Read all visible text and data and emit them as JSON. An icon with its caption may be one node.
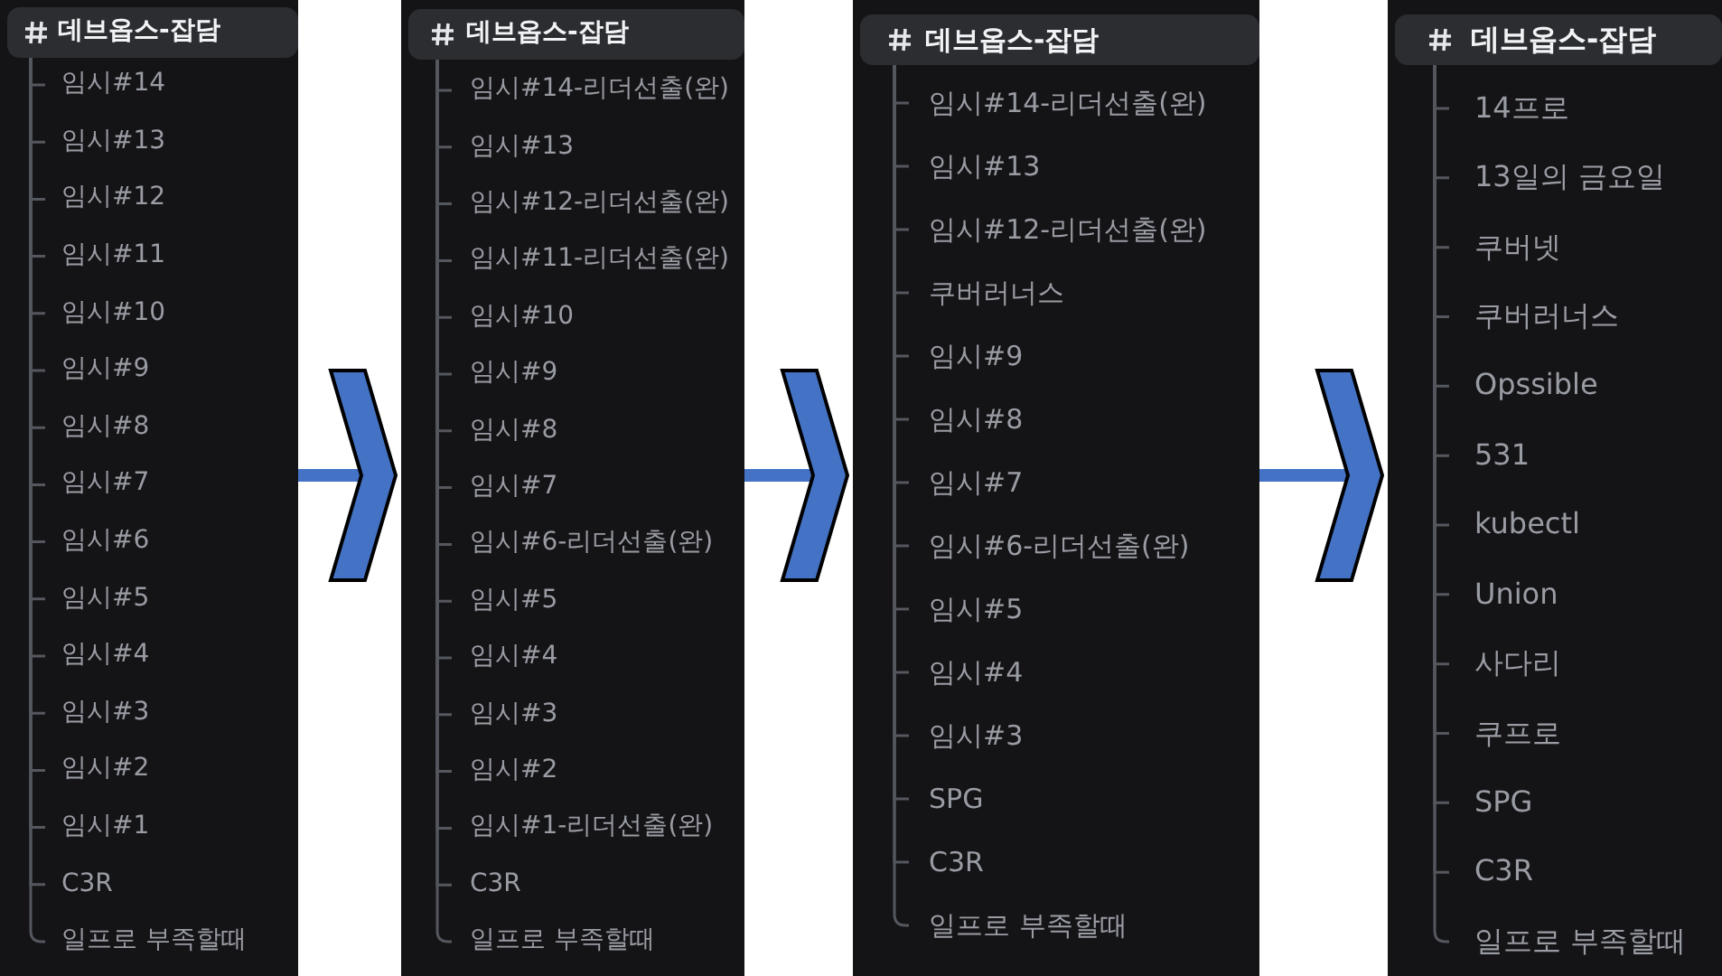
{
  "diagram": {
    "nodes": [
      {
        "text": [],
        "shape": "box"
      },
      {
        "text": [
          "데브옵스-잡담"
        ],
        "in": 0
      },
      {
        "text": [
          "임시#14"
        ],
        "in": 0
      },
      {
        "text": [
          "임시#13"
        ],
        "in": 0
      },
      {
        "text": [
          "임시#12"
        ],
        "in": 0
      },
      {
        "text": [
          "임시#11"
        ],
        "in": 0
      },
      {
        "text": [
          "임시#10"
        ],
        "in": 0
      },
      {
        "text": [
          "임시#9"
        ],
        "in": 0
      },
      {
        "text": [
          "임시#8"
        ],
        "in": 0
      },
      {
        "text": [
          "임시#7"
        ],
        "in": 0
      },
      {
        "text": [
          "임시#6"
        ],
        "in": 0
      },
      {
        "text": [
          "임시#5"
        ],
        "in": 0
      },
      {
        "text": [
          "임시#4"
        ],
        "in": 0
      },
      {
        "text": [
          "임시#3"
        ],
        "in": 0
      },
      {
        "text": [
          "임시#2"
        ],
        "in": 0
      },
      {
        "text": [
          "임시#1"
        ],
        "in": 0
      },
      {
        "text": [
          "C3R"
        ],
        "in": 0
      },
      {
        "text": [
          "일프로 부족할때"
        ],
        "in": 0
      },
      {
        "text": [],
        "shape": "box"
      },
      {
        "text": [
          "데브옵스-잡담"
        ],
        "in": 18
      },
      {
        "text": [
          "임시#14-리더선출(완)"
        ],
        "in": 18
      },
      {
        "text": [
          "임시#13"
        ],
        "in": 18
      },
      {
        "text": [
          "임시#12-리더선출(완)"
        ],
        "in": 18
      },
      {
        "text": [
          "임시#11-리더선출(완)"
        ],
        "in": 18
      },
      {
        "text": [
          "임시#10"
        ],
        "in": 18
      },
      {
        "text": [
          "임시#9"
        ],
        "in": 18
      },
      {
        "text": [
          "임시#8"
        ],
        "in": 18
      },
      {
        "text": [
          "임시#7"
        ],
        "in": 18
      },
      {
        "text": [
          "임시#6-리더선출(완)"
        ],
        "in": 18
      },
      {
        "text": [
          "임시#5"
        ],
        "in": 18
      },
      {
        "text": [
          "임시#4"
        ],
        "in": 18
      },
      {
        "text": [
          "임시#3"
        ],
        "in": 18
      },
      {
        "text": [
          "임시#2"
        ],
        "in": 18
      },
      {
        "text": [
          "임시#1-리더선출(완)"
        ],
        "in": 18
      },
      {
        "text": [
          "C3R"
        ],
        "in": 18
      },
      {
        "text": [
          "일프로 부족할때"
        ],
        "in": 18
      },
      {
        "text": [],
        "shape": "box"
      },
      {
        "text": [
          "데브옵스-잡담"
        ],
        "in": 36
      },
      {
        "text": [
          "임시#14-리더선출(완)"
        ],
        "in": 36
      },
      {
        "text": [
          "임시#13"
        ],
        "in": 36
      },
      {
        "text": [
          "임시#12-리더선출(완)"
        ],
        "in": 36
      },
      {
        "text": [
          "쿠버러너스"
        ],
        "in": 36
      },
      {
        "text": [
          "임시#9"
        ],
        "in": 36
      },
      {
        "text": [
          "임시#8"
        ],
        "in": 36
      },
      {
        "text": [
          "임시#7"
        ],
        "in": 36
      },
      {
        "text": [
          "임시#6-리더선출(완)"
        ],
        "in": 36
      },
      {
        "text": [
          "임시#5"
        ],
        "in": 36
      },
      {
        "text": [
          "임시#4"
        ],
        "in": 36
      },
      {
        "text": [
          "임시#3"
        ],
        "in": 36
      },
      {
        "text": [
          "SPG"
        ],
        "in": 36
      },
      {
        "text": [
          "C3R"
        ],
        "in": 36
      },
      {
        "text": [
          "일프로 부족할때"
        ],
        "in": 36
      },
      {
        "text": [],
        "shape": "box"
      },
      {
        "text": [
          "데브옵스-잡담"
        ],
        "in": 52
      },
      {
        "text": [
          "14프로"
        ],
        "in": 52
      },
      {
        "text": [
          "13일의 금요일"
        ],
        "in": 52
      },
      {
        "text": [
          "쿠버넷"
        ],
        "in": 52
      },
      {
        "text": [
          "쿠버러너스"
        ],
        "in": 52
      },
      {
        "text": [
          "Opssible"
        ],
        "in": 52
      },
      {
        "text": [
          "531"
        ],
        "in": 52
      },
      {
        "text": [
          "kubectl"
        ],
        "in": 52
      },
      {
        "text": [
          "Union"
        ],
        "in": 52
      },
      {
        "text": [
          "사다리"
        ],
        "in": 52
      },
      {
        "text": [
          "쿠프로"
        ],
        "in": 52
      },
      {
        "text": [
          "SPG"
        ],
        "in": 52
      },
      {
        "text": [
          "C3R"
        ],
        "in": 52
      },
      {
        "text": [
          "일프로 부족할때"
        ],
        "in": 52
      }
    ],
    "edges": [
      {
        "from": 0,
        "to": 18,
        "arrow": "to",
        "style": "thick",
        "color": "#4472c4"
      },
      {
        "from": 18,
        "to": 36,
        "arrow": "to",
        "style": "thick",
        "color": "#4472c4"
      },
      {
        "from": 36,
        "to": 52,
        "arrow": "to",
        "style": "thick",
        "color": "#4472c4"
      },
      {
        "from": 1,
        "to": 2,
        "arrow": "none"
      },
      {
        "from": 1,
        "to": 3,
        "arrow": "none"
      },
      {
        "from": 1,
        "to": 4,
        "arrow": "none"
      },
      {
        "from": 1,
        "to": 5,
        "arrow": "none"
      },
      {
        "from": 1,
        "to": 6,
        "arrow": "none"
      },
      {
        "from": 1,
        "to": 7,
        "arrow": "none"
      },
      {
        "from": 1,
        "to": 8,
        "arrow": "none"
      },
      {
        "from": 1,
        "to": 9,
        "arrow": "none"
      },
      {
        "from": 1,
        "to": 10,
        "arrow": "none"
      },
      {
        "from": 1,
        "to": 11,
        "arrow": "none"
      },
      {
        "from": 1,
        "to": 12,
        "arrow": "none"
      },
      {
        "from": 1,
        "to": 13,
        "arrow": "none"
      },
      {
        "from": 1,
        "to": 14,
        "arrow": "none"
      },
      {
        "from": 1,
        "to": 15,
        "arrow": "none"
      },
      {
        "from": 1,
        "to": 16,
        "arrow": "none"
      },
      {
        "from": 1,
        "to": 17,
        "arrow": "none"
      },
      {
        "from": 19,
        "to": 20,
        "arrow": "none"
      },
      {
        "from": 19,
        "to": 21,
        "arrow": "none"
      },
      {
        "from": 19,
        "to": 22,
        "arrow": "none"
      },
      {
        "from": 19,
        "to": 23,
        "arrow": "none"
      },
      {
        "from": 19,
        "to": 24,
        "arrow": "none"
      },
      {
        "from": 19,
        "to": 25,
        "arrow": "none"
      },
      {
        "from": 19,
        "to": 26,
        "arrow": "none"
      },
      {
        "from": 19,
        "to": 27,
        "arrow": "none"
      },
      {
        "from": 19,
        "to": 28,
        "arrow": "none"
      },
      {
        "from": 19,
        "to": 29,
        "arrow": "none"
      },
      {
        "from": 19,
        "to": 30,
        "arrow": "none"
      },
      {
        "from": 19,
        "to": 31,
        "arrow": "none"
      },
      {
        "from": 19,
        "to": 32,
        "arrow": "none"
      },
      {
        "from": 19,
        "to": 33,
        "arrow": "none"
      },
      {
        "from": 19,
        "to": 34,
        "arrow": "none"
      },
      {
        "from": 19,
        "to": 35,
        "arrow": "none"
      },
      {
        "from": 37,
        "to": 38,
        "arrow": "none"
      },
      {
        "from": 37,
        "to": 39,
        "arrow": "none"
      },
      {
        "from": 37,
        "to": 40,
        "arrow": "none"
      },
      {
        "from": 37,
        "to": 41,
        "arrow": "none"
      },
      {
        "from": 37,
        "to": 42,
        "arrow": "none"
      },
      {
        "from": 37,
        "to": 43,
        "arrow": "none"
      },
      {
        "from": 37,
        "to": 44,
        "arrow": "none"
      },
      {
        "from": 37,
        "to": 45,
        "arrow": "none"
      },
      {
        "from": 37,
        "to": 46,
        "arrow": "none"
      },
      {
        "from": 37,
        "to": 47,
        "arrow": "none"
      },
      {
        "from": 37,
        "to": 48,
        "arrow": "none"
      },
      {
        "from": 37,
        "to": 49,
        "arrow": "none"
      },
      {
        "from": 37,
        "to": 50,
        "arrow": "none"
      },
      {
        "from": 37,
        "to": 51,
        "arrow": "none"
      },
      {
        "from": 53,
        "to": 54,
        "arrow": "none"
      },
      {
        "from": 53,
        "to": 55,
        "arrow": "none"
      },
      {
        "from": 53,
        "to": 56,
        "arrow": "none"
      },
      {
        "from": 53,
        "to": 57,
        "arrow": "none"
      },
      {
        "from": 53,
        "to": 58,
        "arrow": "none"
      },
      {
        "from": 53,
        "to": 59,
        "arrow": "none"
      },
      {
        "from": 53,
        "to": 60,
        "arrow": "none"
      },
      {
        "from": 53,
        "to": 61,
        "arrow": "none"
      },
      {
        "from": 53,
        "to": 62,
        "arrow": "none"
      },
      {
        "from": 53,
        "to": 63,
        "arrow": "none"
      },
      {
        "from": 53,
        "to": 64,
        "arrow": "none"
      },
      {
        "from": 53,
        "to": 65,
        "arrow": "none"
      },
      {
        "from": 53,
        "to": 66,
        "arrow": "none"
      }
    ]
  }
}
